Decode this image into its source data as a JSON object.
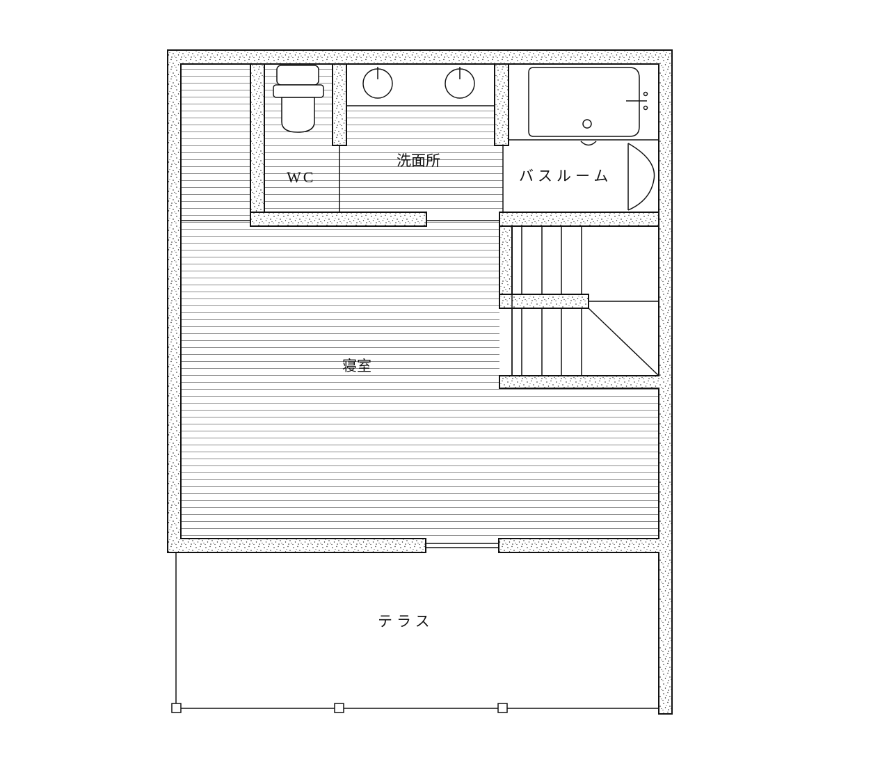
{
  "plan": {
    "rooms": {
      "wc": "WC",
      "washroom": "洗面所",
      "bathroom": "バスルーム",
      "bedroom": "寝室",
      "terrace": "テラス"
    },
    "colors": {
      "line": "#111111",
      "floor_line": "#8a8a8a",
      "wall_fill": "#ffffff",
      "wall_speckle": "#222222",
      "background": "#ffffff"
    },
    "fixtures": [
      "toilet",
      "double-washbasin",
      "bathtub",
      "staircase"
    ],
    "icons": [
      "toilet-icon",
      "washbasin-icon",
      "bathtub-icon",
      "bath-door-icon",
      "stair-icon",
      "terrace-post-icon"
    ]
  }
}
